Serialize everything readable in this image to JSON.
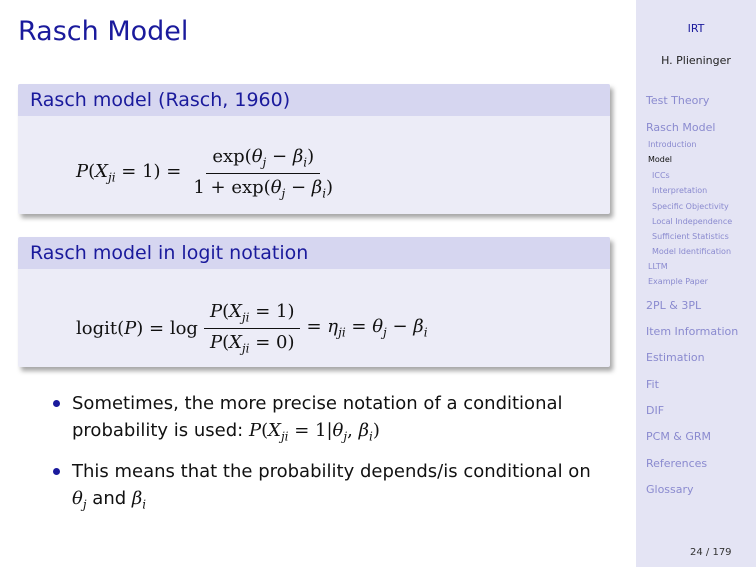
{
  "slide": {
    "title": "Rasch Model",
    "block1": {
      "heading": "Rasch model (Rasch, 1960)"
    },
    "block2": {
      "heading": "Rasch model in logit notation"
    },
    "bullets": [
      {
        "text": "Sometimes, the more precise notation of a conditional probability is used:"
      },
      {
        "text": "This means that the probability depends/is conditional on"
      }
    ]
  },
  "sidebar": {
    "short_title": "IRT",
    "author": "H. Plieninger",
    "sections": [
      {
        "label": "Test Theory"
      },
      {
        "label": "Rasch Model"
      },
      {
        "label": "Introduction"
      },
      {
        "label": "Model"
      },
      {
        "label": "ICCs"
      },
      {
        "label": "Interpretation"
      },
      {
        "label": "Specific Objectivity"
      },
      {
        "label": "Local Independence"
      },
      {
        "label": "Sufficient Statistics"
      },
      {
        "label": "Model Identification"
      },
      {
        "label": "LLTM"
      },
      {
        "label": "Example Paper"
      },
      {
        "label": "2PL & 3PL"
      },
      {
        "label": "Item Information"
      },
      {
        "label": "Estimation"
      },
      {
        "label": "Fit"
      },
      {
        "label": "DIF"
      },
      {
        "label": "PCM & GRM"
      },
      {
        "label": "References"
      },
      {
        "label": "Glossary"
      }
    ]
  },
  "page_number": "24 / 179"
}
